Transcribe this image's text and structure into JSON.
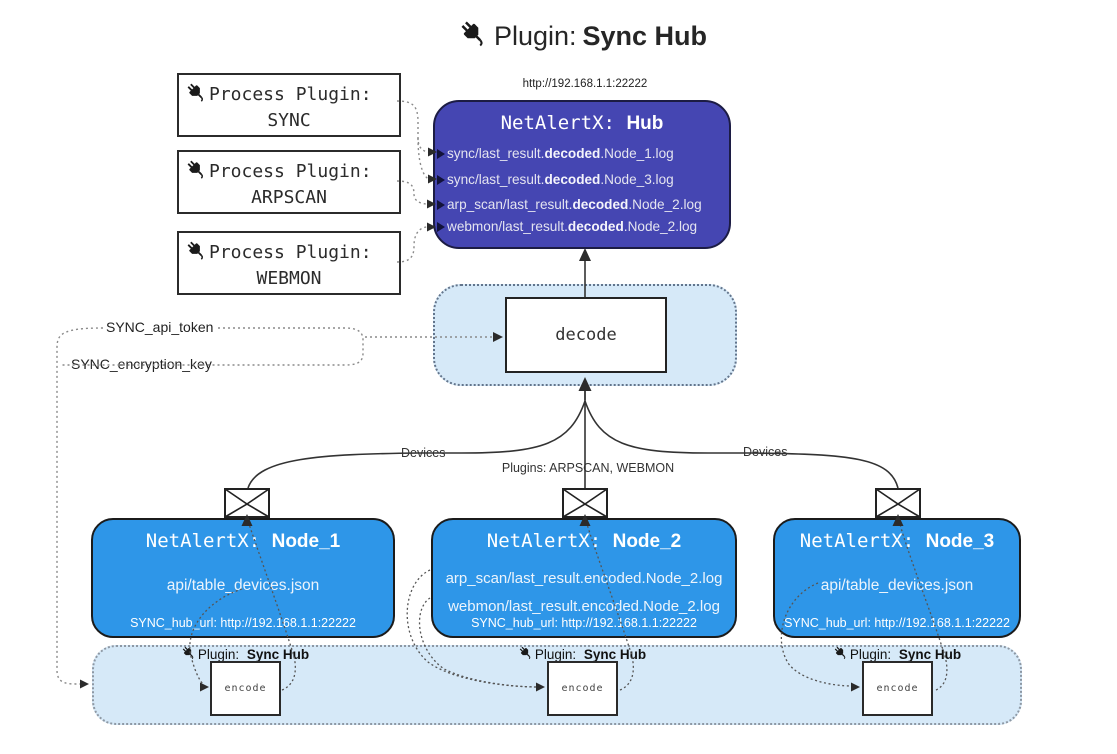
{
  "title": {
    "label": "Plugin:",
    "name": "Sync Hub"
  },
  "hub": {
    "url": "http://192.168.1.1:22222",
    "title_label": "NetAlertX:",
    "title_name": "Hub",
    "files": [
      {
        "pre": "sync/last_result.",
        "bold": "decoded",
        "post": ".Node_1.log"
      },
      {
        "pre": "sync/last_result.",
        "bold": "decoded",
        "post": ".Node_3.log"
      },
      {
        "pre": "arp_scan/last_result.",
        "bold": "decoded",
        "post": ".Node_2.log"
      },
      {
        "pre": "webmon/last_result.",
        "bold": "decoded",
        "post": ".Node_2.log"
      }
    ]
  },
  "process_plugins": [
    {
      "label": "Process Plugin:",
      "name": "SYNC"
    },
    {
      "label": "Process Plugin:",
      "name": "ARPSCAN"
    },
    {
      "label": "Process Plugin:",
      "name": "WEBMON"
    }
  ],
  "decode_label": "decode",
  "settings": {
    "api_token": "SYNC_api_token",
    "encryption_key": "SYNC_encryption_key"
  },
  "edge_labels": {
    "left": "Devices",
    "center": "Plugins: ARPSCAN, WEBMON",
    "right": "Devices"
  },
  "nodes": [
    {
      "title_label": "NetAlertX:",
      "title_name": "Node_1",
      "files": [
        "api/table_devices.json"
      ],
      "hub_url": "SYNC_hub_url: http://192.168.1.1:22222"
    },
    {
      "title_label": "NetAlertX:",
      "title_name": "Node_2",
      "files": [
        "arp_scan/last_result.encoded.Node_2.log",
        "webmon/last_result.encoded.Node_2.log"
      ],
      "hub_url": "SYNC_hub_url: http://192.168.1.1:22222"
    },
    {
      "title_label": "NetAlertX:",
      "title_name": "Node_3",
      "files": [
        "api/table_devices.json"
      ],
      "hub_url": "SYNC_hub_url: http://192.168.1.1:22222"
    }
  ],
  "encoders": [
    {
      "plugin_label": "Plugin:",
      "plugin_name": "Sync Hub",
      "box_label": "encode"
    },
    {
      "plugin_label": "Plugin:",
      "plugin_name": "Sync Hub",
      "box_label": "encode"
    },
    {
      "plugin_label": "Plugin:",
      "plugin_name": "Sync Hub",
      "box_label": "encode"
    }
  ],
  "colors": {
    "hub_fill": "#4546b2",
    "node_fill": "#2e96e8",
    "panel_fill": "#d6e9f8",
    "line_dark": "#333333"
  }
}
